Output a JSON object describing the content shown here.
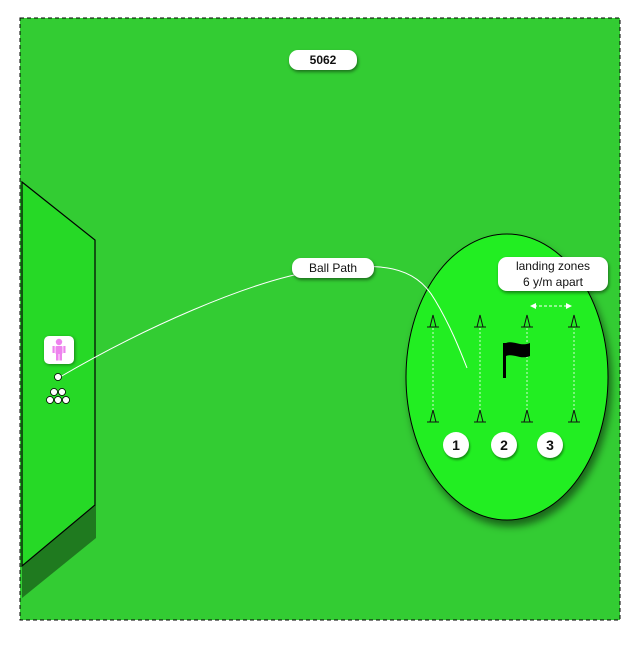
{
  "title": "5062",
  "ball_path_label": "Ball Path",
  "landing_zones": {
    "line1": "landing zones",
    "line2": "6 y/m apart"
  },
  "zone_numbers": [
    "1",
    "2",
    "3"
  ],
  "colors": {
    "field": "#33cc33",
    "target_area": "#22ee22",
    "tee_area": "#26d926",
    "tee_area_side": "#1f7a1f",
    "player": "#ee82ee",
    "flag": "#000000",
    "cone": "#111111"
  },
  "icons": {
    "player": "person-icon",
    "flag": "flag-icon",
    "cone": "cone-icon",
    "balls": "ball-pile-icon",
    "spacing": "double-arrow-icon"
  }
}
